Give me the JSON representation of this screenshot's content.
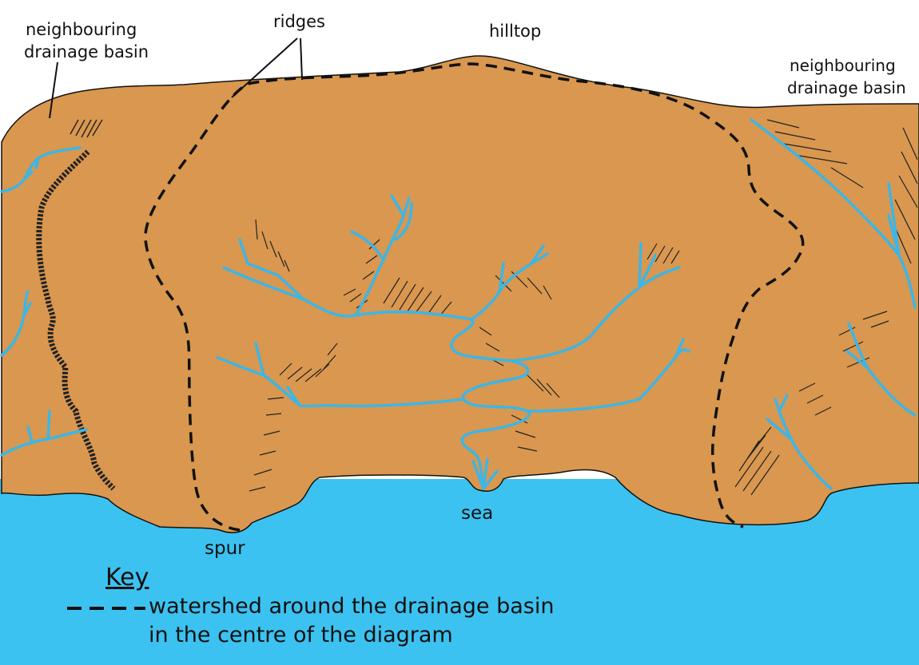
{
  "labels": {
    "neighbouring_left_line1": "neighbouring",
    "neighbouring_left_line2": "drainage basin",
    "ridges": "ridges",
    "hilltop": "hilltop",
    "neighbouring_right_line1": "neighbouring",
    "neighbouring_right_line2": "drainage basin",
    "sea": "sea",
    "spur": "spur"
  },
  "key": {
    "title": "Key",
    "line1": "watershed around the drainage basin",
    "line2": "in the centre of the diagram"
  },
  "colors": {
    "land": "#d9974f",
    "sea": "#3cc2f0",
    "river": "#3cb6e6",
    "outline": "#111111",
    "watershed": "#111111"
  }
}
